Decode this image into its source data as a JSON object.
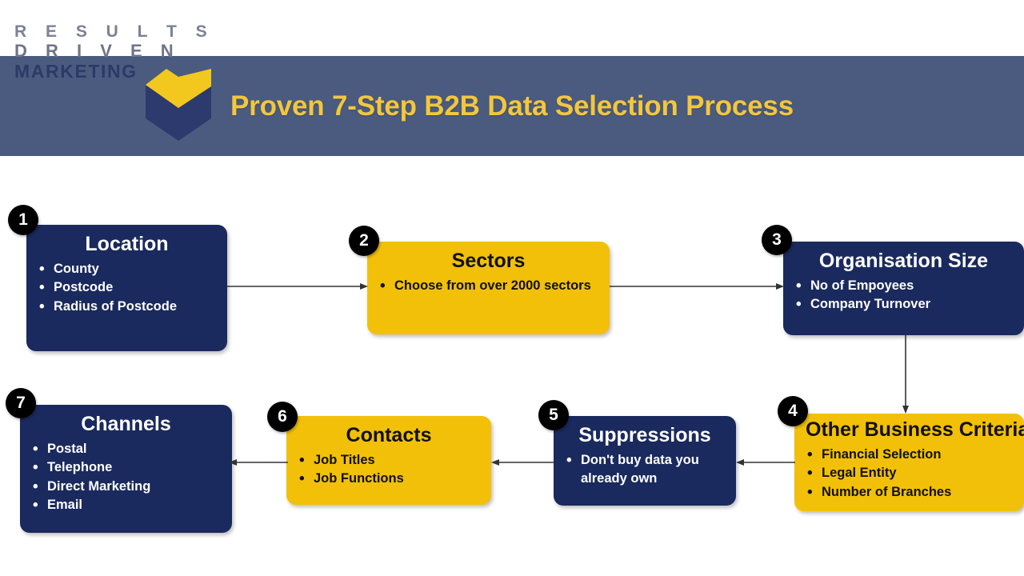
{
  "header": {
    "title": "Proven 7-Step B2B Data Selection Process",
    "bg_color": "#4b5b80",
    "title_color": "#f2c73c",
    "logo": {
      "line1": "R E S U L T S",
      "line2": "D R I V E N",
      "line3": "MARKETING",
      "mark_name": "chevron-checkmark-logo",
      "mark_colors": {
        "top": "#f2c81e",
        "bottom": "#2c3a6e"
      }
    }
  },
  "palette": {
    "navy": "#1a2a5e",
    "gold": "#f2c009",
    "badge": "#000000",
    "connector": "#333333"
  },
  "steps": [
    {
      "number": "1",
      "title": "Location",
      "style": "navy",
      "items": [
        "County",
        "Postcode",
        "Radius of Postcode"
      ]
    },
    {
      "number": "2",
      "title": "Sectors",
      "style": "gold",
      "items": [
        "Choose from over 2000 sectors"
      ]
    },
    {
      "number": "3",
      "title": "Organisation Size",
      "style": "navy",
      "items": [
        "No of Empoyees",
        "Company Turnover"
      ]
    },
    {
      "number": "4",
      "title": "Other Business Criteria",
      "style": "gold",
      "items": [
        "Financial Selection",
        "Legal Entity",
        "Number of Branches"
      ]
    },
    {
      "number": "5",
      "title": "Suppressions",
      "style": "navy",
      "items": [
        "Don't buy data you already own"
      ]
    },
    {
      "number": "6",
      "title": "Contacts",
      "style": "gold",
      "items": [
        "Job Titles",
        "Job Functions"
      ]
    },
    {
      "number": "7",
      "title": "Channels",
      "style": "navy",
      "items": [
        "Postal",
        "Telephone",
        "Direct Marketing",
        "Email"
      ]
    }
  ],
  "connectors": [
    {
      "name": "arrow-step1-to-step2",
      "direction": "right"
    },
    {
      "name": "arrow-step2-to-step3",
      "direction": "right"
    },
    {
      "name": "arrow-step3-to-step4",
      "direction": "down"
    },
    {
      "name": "arrow-step4-to-step5",
      "direction": "left"
    },
    {
      "name": "arrow-step5-to-step6",
      "direction": "left"
    },
    {
      "name": "arrow-step6-to-step7",
      "direction": "left"
    }
  ]
}
